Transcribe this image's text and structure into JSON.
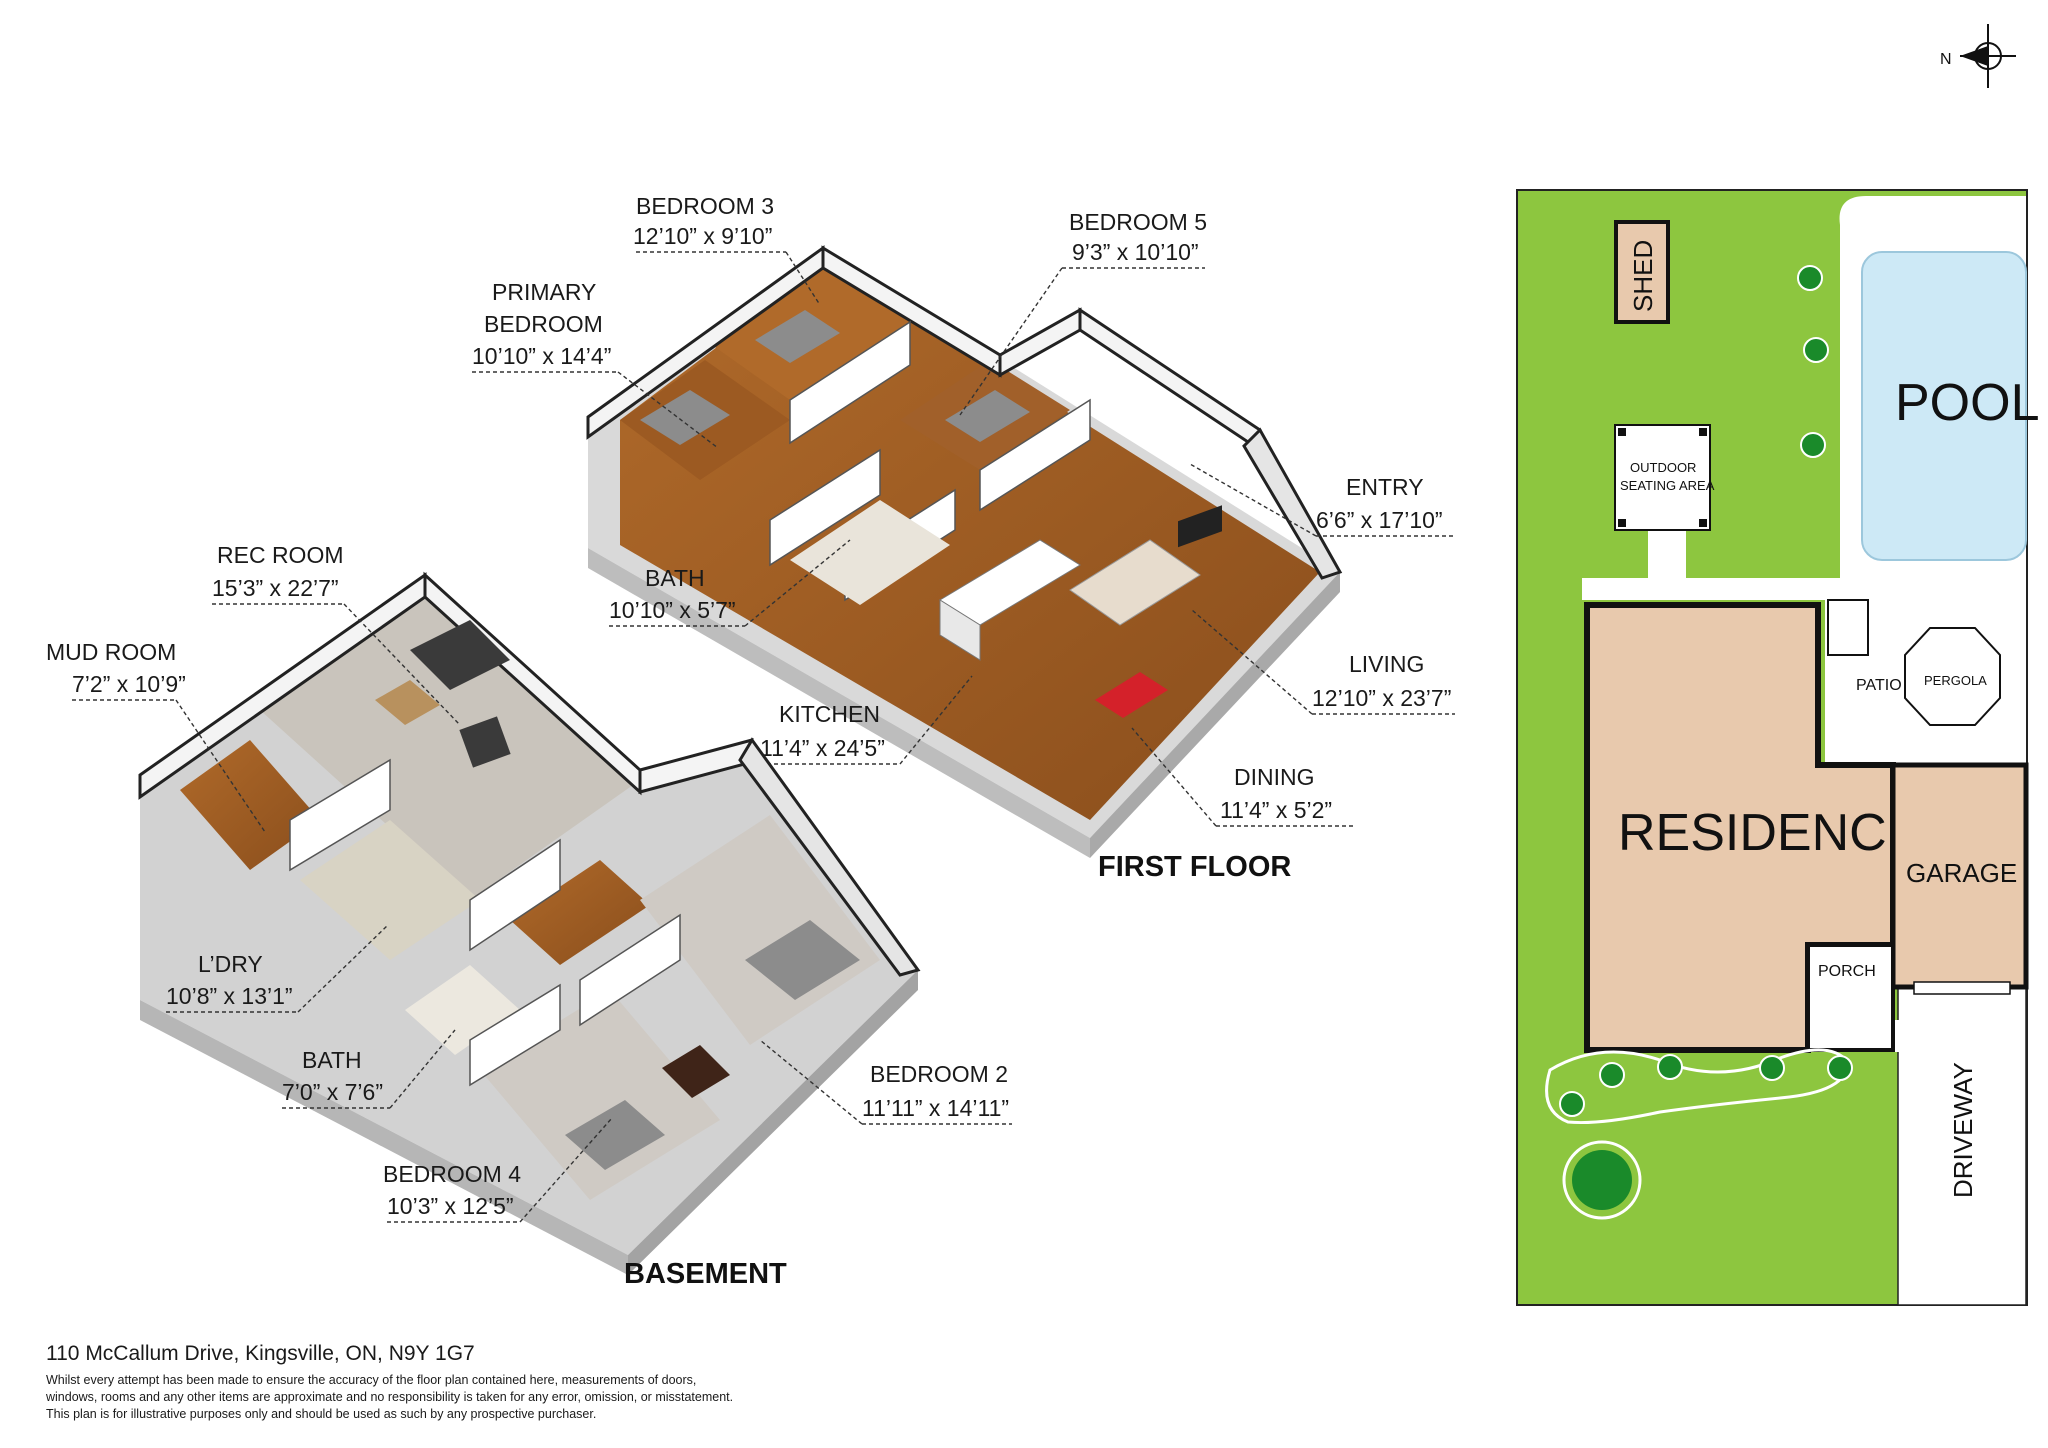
{
  "compass": {
    "north_label": "N"
  },
  "first_floor": {
    "title": "FIRST FLOOR",
    "rooms": [
      {
        "name": "BEDROOM 3",
        "size": "12’10” x 9’10”"
      },
      {
        "name": "BEDROOM 5",
        "size": "9’3” x 10’10”"
      },
      {
        "name_line1": "PRIMARY",
        "name_line2": "BEDROOM",
        "size": "10’10” x 14’4”"
      },
      {
        "name": "ENTRY",
        "size": "6’6” x 17’10”"
      },
      {
        "name": "BATH",
        "size": "10’10” x 5’7”"
      },
      {
        "name": "LIVING",
        "size": "12’10” x 23’7”"
      },
      {
        "name": "KITCHEN",
        "size": "11’4” x 24’5”"
      },
      {
        "name": "DINING",
        "size": "11’4” x 5’2”"
      }
    ]
  },
  "basement": {
    "title": "BASEMENT",
    "rooms": [
      {
        "name": "REC ROOM",
        "size": "15’3” x 22’7”"
      },
      {
        "name": "MUD ROOM",
        "size": "7’2” x 10’9”"
      },
      {
        "name": "L’DRY",
        "size": "10’8” x 13’1”"
      },
      {
        "name": "BATH",
        "size": "7’0” x 7’6”"
      },
      {
        "name": "BEDROOM 2",
        "size": "11’11” x 14’11”"
      },
      {
        "name": "BEDROOM 4",
        "size": "10’3” x 12’5”"
      }
    ]
  },
  "site_plan": {
    "shed": "SHED",
    "pool": "POOL",
    "outdoor_line1": "OUTDOOR",
    "outdoor_line2": "SEATING AREA",
    "patio": "PATIO",
    "pergola": "PERGOLA",
    "residence": "RESIDENCE",
    "garage": "GARAGE",
    "porch": "PORCH",
    "driveway": "DRIVEWAY",
    "colors": {
      "lawn": "#8dc63f",
      "building": "#e8c9ad",
      "pool": "#cde9f6",
      "walls": "#111111"
    }
  },
  "footer": {
    "address": "110 McCallum Drive, Kingsville, ON, N9Y 1G7",
    "disclaimer": "Whilst every attempt has been made to ensure the accuracy of the floor plan contained here, measurements of doors,\nwindows, rooms and any other items are approximate and no responsibility is taken for any error, omission, or misstatement.\nThis plan is for illustrative purposes only and should be used as such by any prospective purchaser."
  }
}
